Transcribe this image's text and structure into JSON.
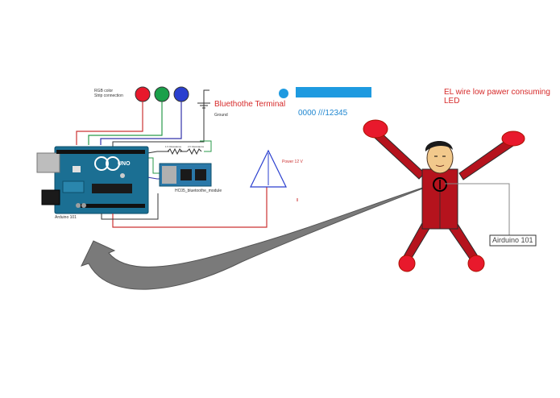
{
  "labels": {
    "rgb_strip": "RGB color\nStrip connection",
    "ground": "Ground",
    "bluetooth_terminal": "Bluethothe Terminal",
    "terminal_code": "0000 ///12345",
    "el_wire": "EL wire low pawer consuming\nLED",
    "power": "Power 12 V",
    "module": "HC05_bluetoothe_module",
    "arduino_board": "Arduino 101",
    "arduino_callout": "Airduino 101",
    "board_brand": "UNO",
    "r1": "1 K Resistance",
    "r2": "2 K Resistance"
  },
  "colors": {
    "led_red": "#e8192c",
    "led_green": "#1aa04a",
    "led_blue": "#2a3fcf",
    "board": "#1b6f93",
    "terminal_bar": "#1e9ae0",
    "body": "#b5131d",
    "accent_red": "#d62a2a"
  }
}
